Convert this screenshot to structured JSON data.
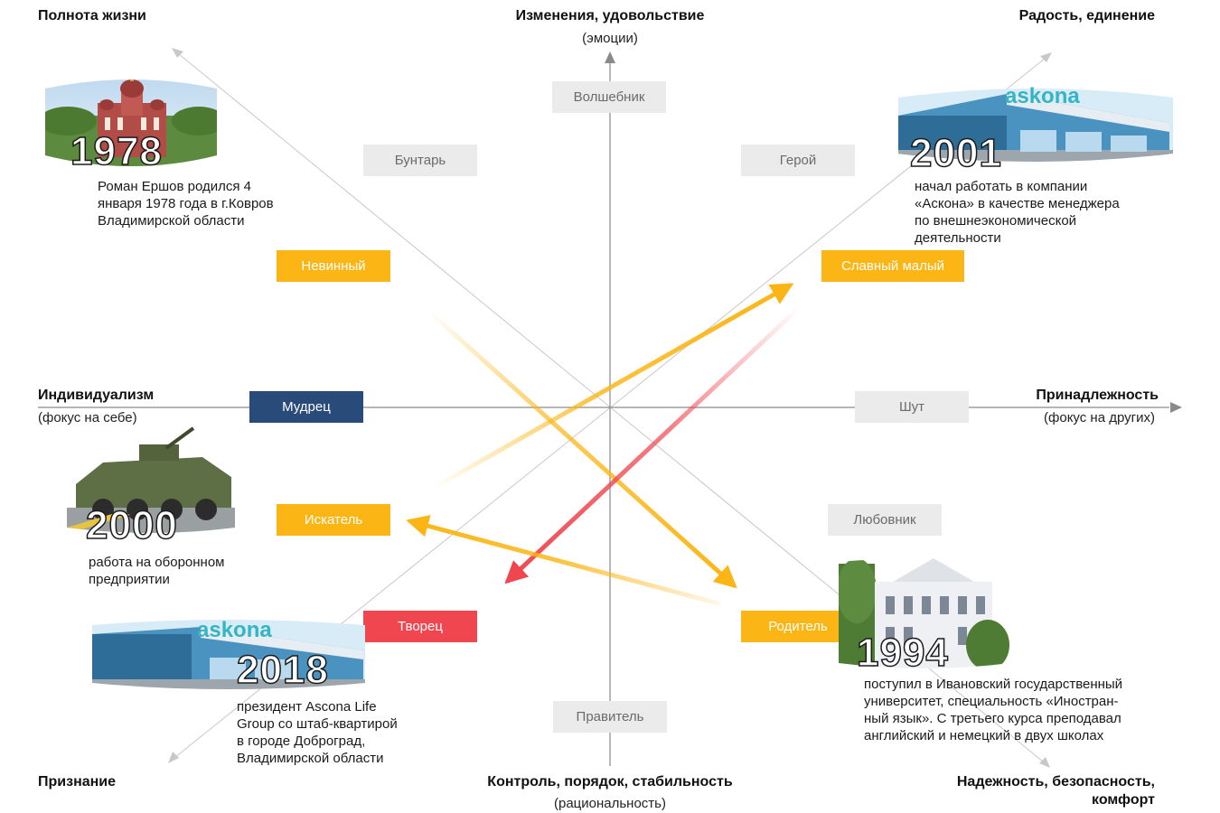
{
  "poles": {
    "top_left": "Полнота жизни",
    "top_center": "Изменения, удовольствие",
    "top_center_sub": "(эмоции)",
    "top_right": "Радость, единение",
    "left": "Индивидуализм",
    "left_sub": "(фокус на себе)",
    "right": "Принадлежность",
    "right_sub": "(фокус на других)",
    "bottom_left": "Признание",
    "bottom_center": "Контроль, порядок, стабильность",
    "bottom_center_sub": "(рациональность)",
    "bottom_right_line1": "Надежность, безопасность,",
    "bottom_right_line2": "комфорт"
  },
  "archetypes": {
    "magician": "Волшебник",
    "rebel": "Бунтарь",
    "hero": "Герой",
    "innocent": "Невинный",
    "regular_guy": "Славный малый",
    "sage": "Мудрец",
    "jester": "Шут",
    "explorer": "Искатель",
    "lover": "Любовник",
    "creator": "Творец",
    "caregiver": "Родитель",
    "ruler": "Правитель"
  },
  "milestones": {
    "m1978": {
      "year": "1978",
      "lines": [
        "Роман Ершов родился 4",
        "января 1978 года в г.Ковров",
        "Владимирской области"
      ]
    },
    "m2001": {
      "year": "2001",
      "logo": "askona",
      "lines": [
        "начал работать в компании",
        "«Аскона» в качестве менеджера",
        "по внешнеэкономической",
        "деятельности"
      ]
    },
    "m2000": {
      "year": "2000",
      "lines": [
        "работа на оборонном",
        "предприятии"
      ]
    },
    "m2018": {
      "year": "2018",
      "logo": "askona",
      "lines": [
        "президент Ascona Life",
        "Group со штаб-квартирой",
        "в городе Доброград,",
        "Владимирской области"
      ]
    },
    "m1994": {
      "year": "1994",
      "lines": [
        "поступил в Ивановский государственный",
        "университет, специальность «Иностран-",
        "ный язык». С третьего курса преподавал",
        "английский и немецкий в двух школах"
      ]
    }
  },
  "colors": {
    "yellow": "#fbb515",
    "red": "#ef4650",
    "blue": "#294b7a",
    "grey_box": "#ebebeb",
    "axis": "#8a8a8a"
  }
}
